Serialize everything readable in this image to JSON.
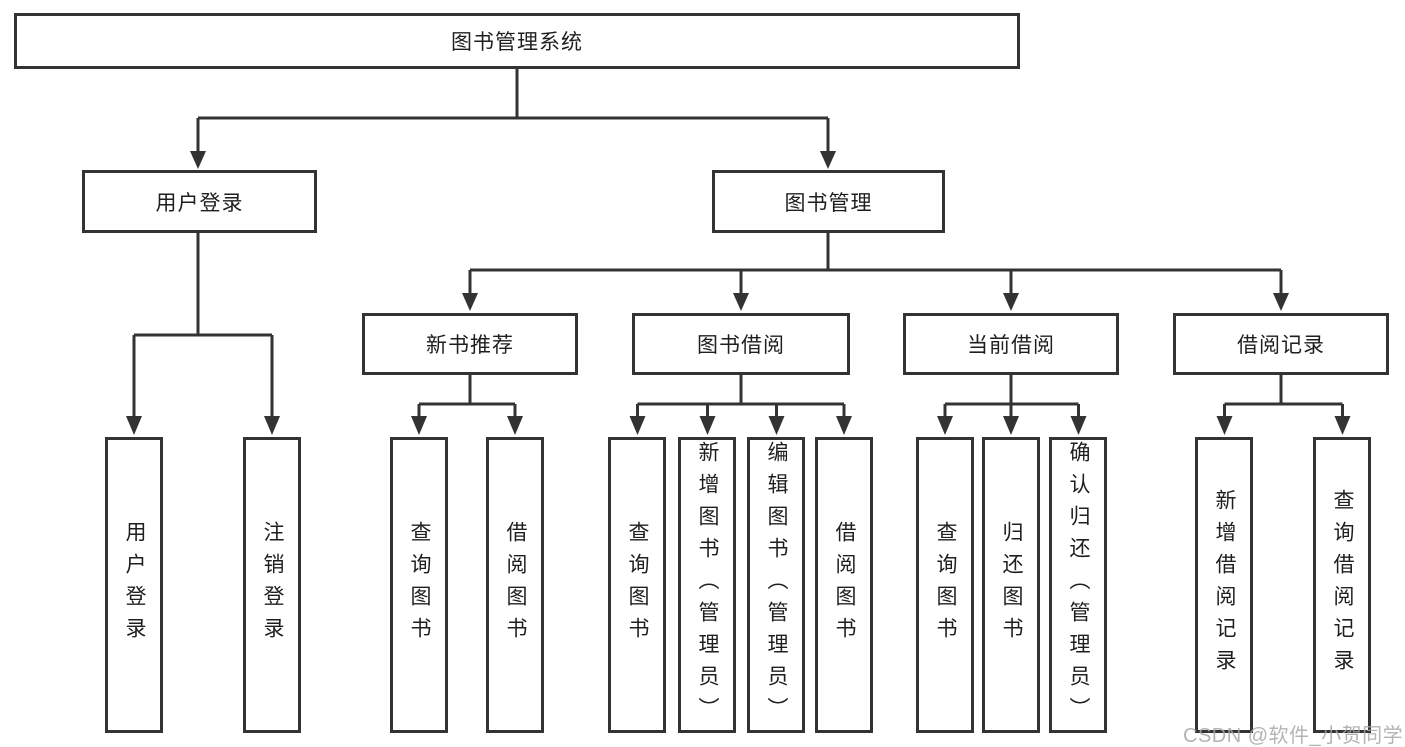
{
  "diagram": {
    "root": "图书管理系统",
    "branches": [
      {
        "label": "用户登录",
        "children": [
          {
            "label": "用户登录"
          },
          {
            "label": "注销登录"
          }
        ]
      },
      {
        "label": "图书管理",
        "children": [
          {
            "label": "新书推荐",
            "children": [
              {
                "label": "查询图书"
              },
              {
                "label": "借阅图书"
              }
            ]
          },
          {
            "label": "图书借阅",
            "children": [
              {
                "label": "查询图书"
              },
              {
                "label": "新增图书（管理员）"
              },
              {
                "label": "编辑图书（管理员）"
              },
              {
                "label": "借阅图书"
              }
            ]
          },
          {
            "label": "当前借阅",
            "children": [
              {
                "label": "查询图书"
              },
              {
                "label": "归还图书"
              },
              {
                "label": "确认归还（管理员）"
              }
            ]
          },
          {
            "label": "借阅记录",
            "children": [
              {
                "label": "新增借阅记录"
              },
              {
                "label": "查询借阅记录"
              }
            ]
          }
        ]
      }
    ]
  },
  "watermark": "CSDN @软件_小贺同学",
  "colors": {
    "line": "#333333",
    "text": "#1f1f1f",
    "box_background": "#ffffff",
    "watermark": "#a8a8a8",
    "background": "#ffffff"
  }
}
